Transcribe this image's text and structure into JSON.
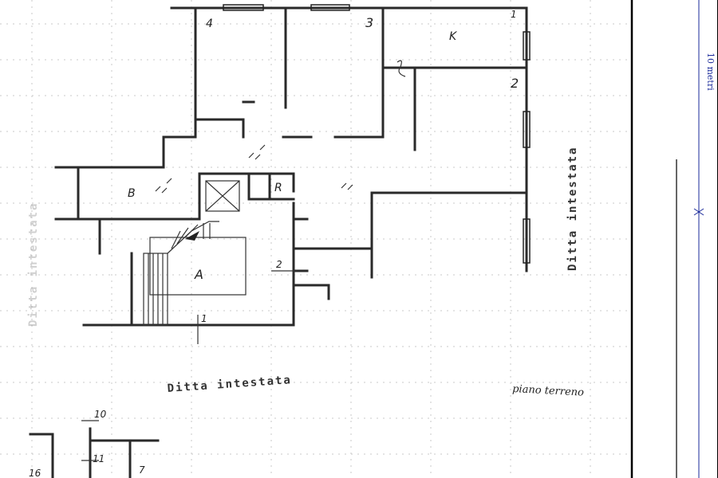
{
  "rooms": {
    "room_4": "4",
    "room_3": "3",
    "room_k": "K",
    "room_1": "1",
    "room_2_right": "2",
    "room_b": "B",
    "room_r": "R",
    "room_a": "A",
    "room_2_mid": "2",
    "room_1_bottom": "1",
    "room_10": "10",
    "room_11": "11",
    "room_7": "7",
    "room_16": "16"
  },
  "annotations": {
    "ditta_bottom": "Ditta intestata",
    "ditta_right": "Ditta intestata",
    "ditta_left": "Ditta intestata",
    "floor_label": "piano terreno"
  },
  "scale_bar": {
    "label": "10 metri"
  },
  "colors": {
    "walls": "#2a2a2a",
    "scale_text": "#1a2a9a",
    "frame": "#000000"
  }
}
